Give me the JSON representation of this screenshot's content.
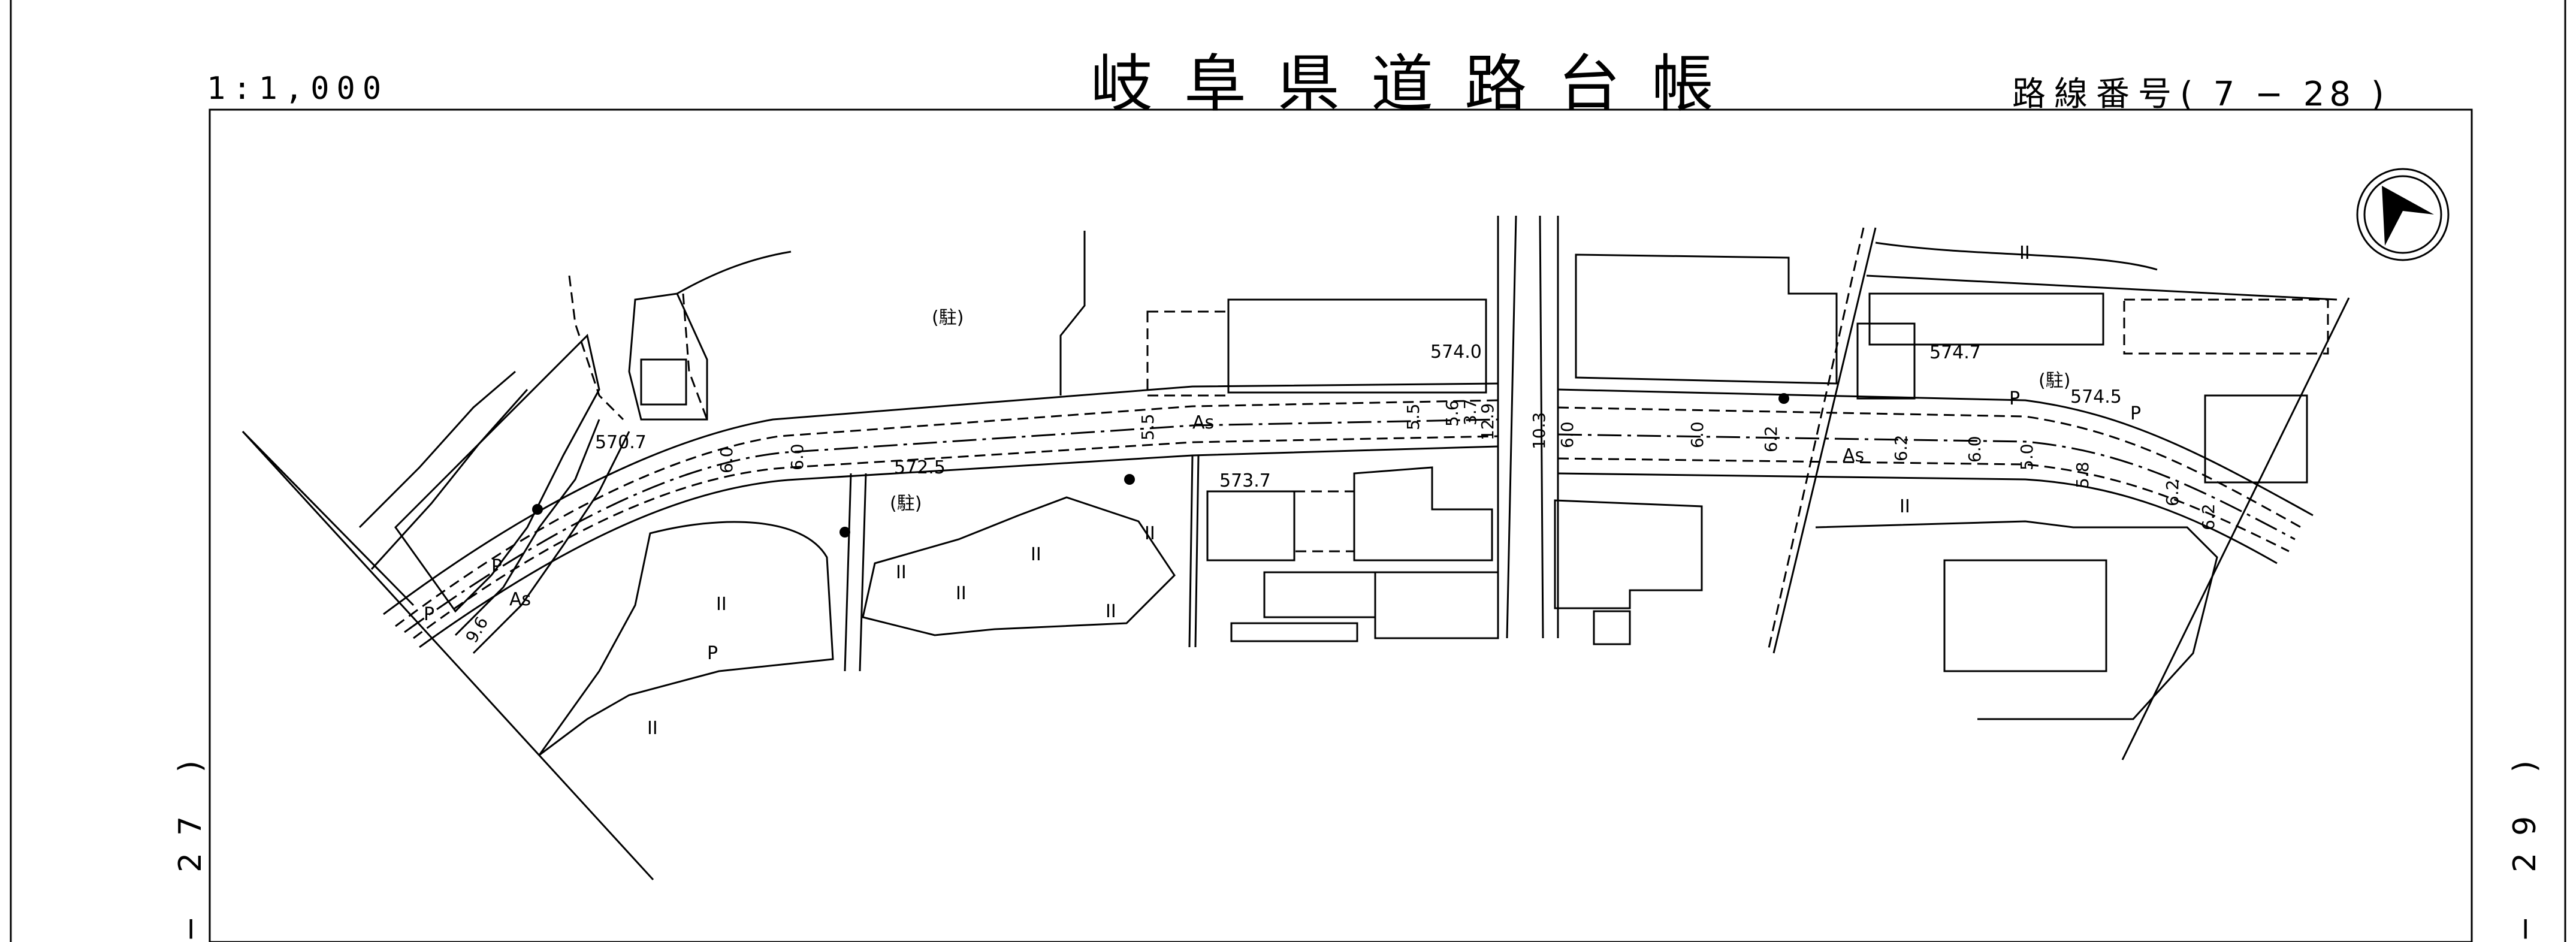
{
  "header": {
    "title": "岐阜県道路台帳",
    "scale": "1:1,000",
    "route_label": "路線番号",
    "route_number": "( 7 − 28 )"
  },
  "sides": {
    "left_sheet": "− 27 )",
    "right_sheet": "− 29 )"
  },
  "map": {
    "elevations": [
      "570.7",
      "572.5",
      "573.7",
      "574.0",
      "574.7",
      "574.5"
    ],
    "widths": [
      "6.0",
      "6.0",
      "5.5",
      "5.5",
      "5.6",
      "3.7",
      "12.9",
      "10.3",
      "6.0",
      "6.0",
      "6.2",
      "6.2",
      "6.0",
      "5.0",
      "5.8",
      "6.2",
      "6.2",
      "9.6"
    ],
    "surface_labels": [
      "As",
      "As",
      "As"
    ],
    "parking_labels": [
      "(駐)",
      "(駐)",
      "(駐)"
    ],
    "sidewalk_labels": [
      "P",
      "P",
      "P",
      "P",
      "P"
    ],
    "field_labels": [
      "II",
      "II",
      "II",
      "II",
      "II",
      "II",
      "II",
      "II",
      "II"
    ],
    "north_arrow": "north-arrow-icon"
  }
}
